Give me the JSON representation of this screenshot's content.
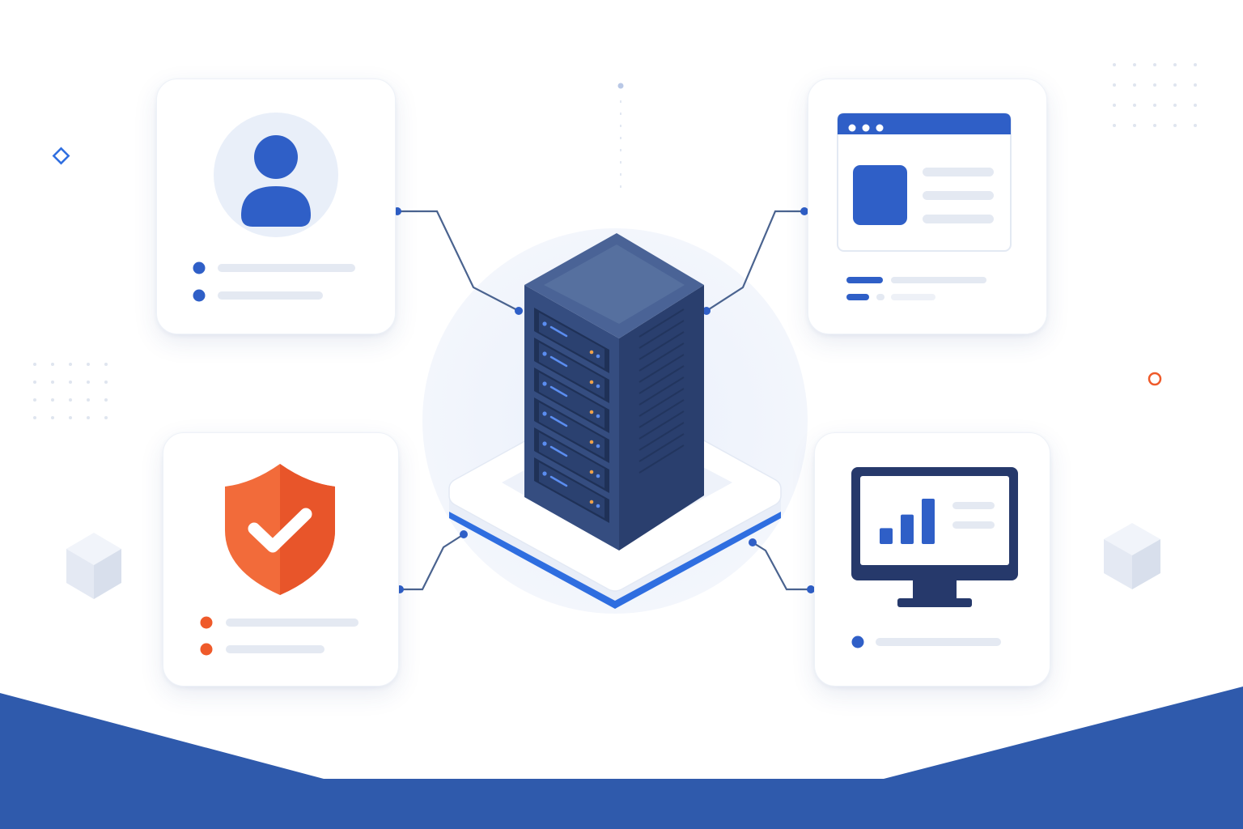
{
  "colors": {
    "primary_blue": "#2f5fc7",
    "dark_navy": "#26396b",
    "server_body": "#3c5488",
    "accent_orange": "#ef5a2a",
    "placeholder_gray": "#e4e9f2",
    "light_circle": "#eef3fb",
    "footer_wave": "#2f5aac"
  },
  "icons": {
    "user_card": "user-avatar-icon",
    "web_card": "browser-window-icon",
    "security_card": "shield-check-icon",
    "monitor_card": "monitor-chart-icon",
    "center": "server-rack-icon"
  },
  "monitor_chart": {
    "bars": [
      0.35,
      0.65,
      1.0
    ]
  },
  "server": {
    "units": 6
  }
}
